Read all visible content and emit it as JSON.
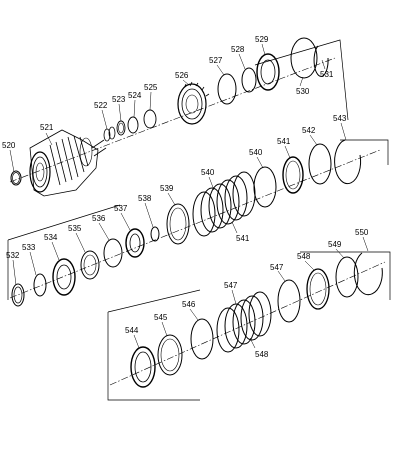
{
  "parts": {
    "p520": "520",
    "p521": "521",
    "p522": "522",
    "p523": "523",
    "p524": "524",
    "p525": "525",
    "p526": "526",
    "p527": "527",
    "p528": "528",
    "p529": "529",
    "p530": "530",
    "p531": "531",
    "p532": "532",
    "p533": "533",
    "p534": "534",
    "p535": "535",
    "p536": "536",
    "p537": "537",
    "p538": "538",
    "p539": "539",
    "p540a": "540",
    "p540b": "540",
    "p541a": "541",
    "p541b": "541",
    "p542": "542",
    "p543": "543",
    "p544": "544",
    "p545": "545",
    "p546": "546",
    "p547": "547",
    "p548a": "548",
    "p548b": "548",
    "p549": "549",
    "p550": "550"
  }
}
